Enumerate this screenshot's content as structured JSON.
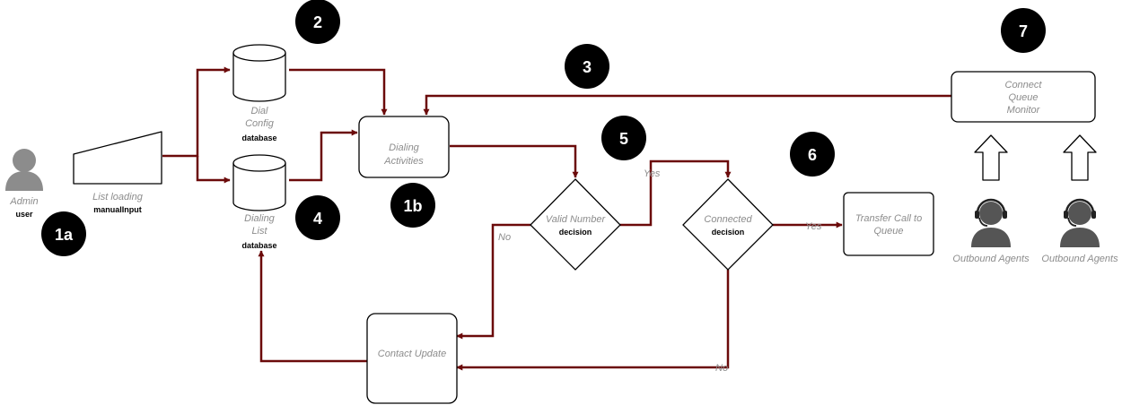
{
  "colors": {
    "flow": "#6b0a0a",
    "badge": "#000000",
    "node_stroke": "#000000",
    "label_gray": "#8c8c8c",
    "actor_gray": "#8c8c8c"
  },
  "nodes": {
    "admin": {
      "title": "Admin",
      "subtitle": "user",
      "icon": "user-icon"
    },
    "list_loading": {
      "title": "List loading",
      "subtitle": "manualInput",
      "shape": "manual-input"
    },
    "dial_config": {
      "line1": "Dial",
      "line2": "Config",
      "subtitle": "database",
      "icon": "database-icon"
    },
    "dialing_list": {
      "line1": "Dialing",
      "line2": "List",
      "subtitle": "database",
      "icon": "database-icon"
    },
    "dialing_activities": {
      "line1": "Dialing",
      "line2": "Activities"
    },
    "valid_number": {
      "title": "Valid Number",
      "subtitle": "decision"
    },
    "connected": {
      "title": "Connected",
      "subtitle": "decision"
    },
    "transfer_call": {
      "line1": "Transfer Call to",
      "line2": "Queue"
    },
    "contact_update": {
      "title": "Contact Update"
    },
    "connect_queue_monitor": {
      "line1": "Connect",
      "line2": "Queue",
      "line3": "Monitor"
    },
    "agent_left": {
      "title": "Outbound Agents",
      "icon": "headset-agent-icon"
    },
    "agent_right": {
      "title": "Outbound Agents",
      "icon": "headset-agent-icon"
    }
  },
  "edge_labels": {
    "valid_yes": "Yes",
    "valid_no": "No",
    "connected_yes": "Yes",
    "connected_no": "No"
  },
  "badges": {
    "b1a": "1a",
    "b1b": "1b",
    "b2": "2",
    "b3": "3",
    "b4": "4",
    "b5": "5",
    "b6": "6",
    "b7": "7"
  }
}
